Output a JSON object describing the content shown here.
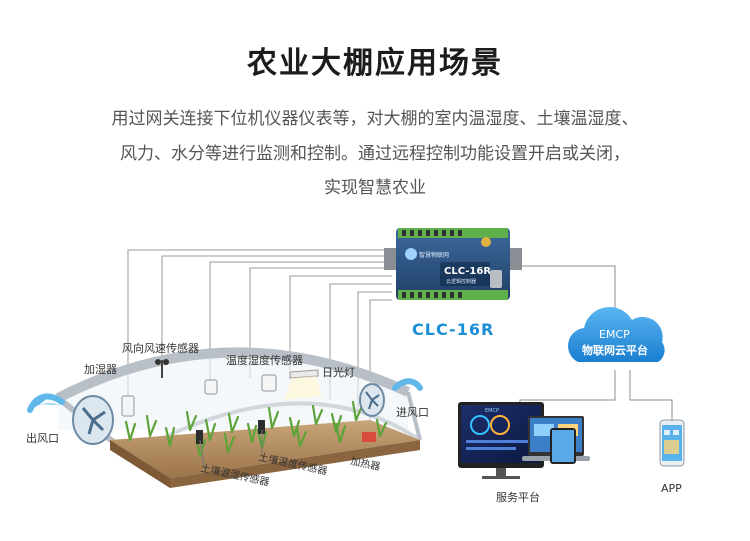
{
  "title": "农业大棚应用场景",
  "description": [
    "用过网关连接下位机仪器仪表等，对大棚的室内温湿度、土壤温湿度、",
    "风力、水分等进行监测和控制。通过远程控制功能设置开启或关闭，",
    "实现智慧农业"
  ],
  "device": {
    "model_label": "CLC-16R",
    "panel_model": "CLC-16R",
    "panel_sub": "云逻辑控制器",
    "brand": "智慧物联网"
  },
  "cloud": {
    "line1": "EMCP",
    "line2": "物联网云平台"
  },
  "platform": {
    "label": "服务平台",
    "screen_title": "EMCP"
  },
  "app": {
    "label": "APP"
  },
  "greenhouse_labels": {
    "humidifier": "加湿器",
    "wind_sensor": "风向风速传感器",
    "temp_humidity_sensor": "温度湿度传感器",
    "daylight_lamp": "日光灯",
    "outlet": "出风口",
    "inlet": "进风口",
    "heater": "加热器",
    "soil_sensor_1": "土壤温湿传感器",
    "soil_sensor_2": "土壤温度传感器"
  },
  "colors": {
    "accent": "#1a8fd8",
    "device_body": "#2c4f7a",
    "cloud": "#3aa0e8"
  }
}
